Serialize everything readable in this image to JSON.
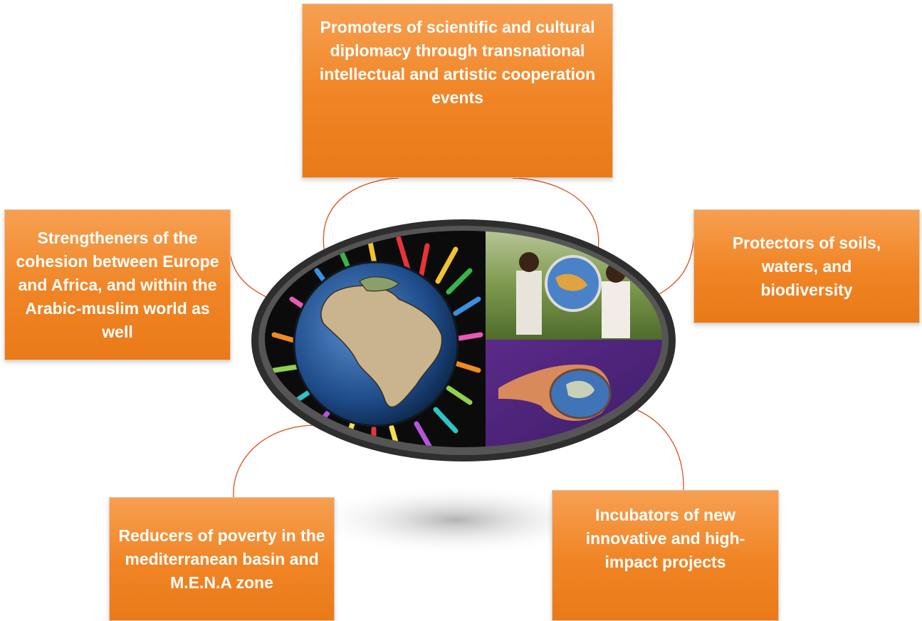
{
  "boxes": {
    "top": "Promoters of scientific and cultural diplomacy through transnational intellectual and artistic cooperation events",
    "left": "Strengtheners of the cohesion between Europe and Africa, and within the Arabic-muslim world as well",
    "right": "Protectors of soils, waters, and biodiversity",
    "bottom_left": "Reducers of poverty in the mediterranean basin and M.E.N.A zone",
    "bottom_right": "Incubators of new innovative and high-impact projects"
  },
  "colors": {
    "box_fill": "#f08424",
    "connector": "#d9501e",
    "frame": "#3a3a3a"
  },
  "images": {
    "left": "globe-with-people-chain",
    "top_right": "farmers-holding-globe",
    "bottom_right": "hands-painted-as-globe"
  }
}
